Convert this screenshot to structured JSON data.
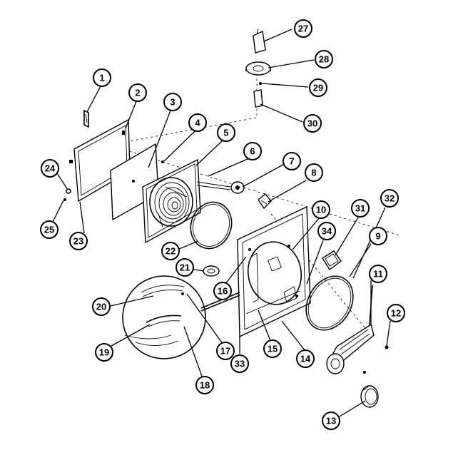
{
  "callouts": [
    "1",
    "2",
    "3",
    "4",
    "5",
    "6",
    "7",
    "8",
    "9",
    "10",
    "11",
    "12",
    "13",
    "14",
    "15",
    "16",
    "17",
    "18",
    "19",
    "20",
    "21",
    "22",
    "23",
    "24",
    "25",
    "27",
    "28",
    "29",
    "30",
    "31",
    "32",
    "33",
    "34"
  ]
}
